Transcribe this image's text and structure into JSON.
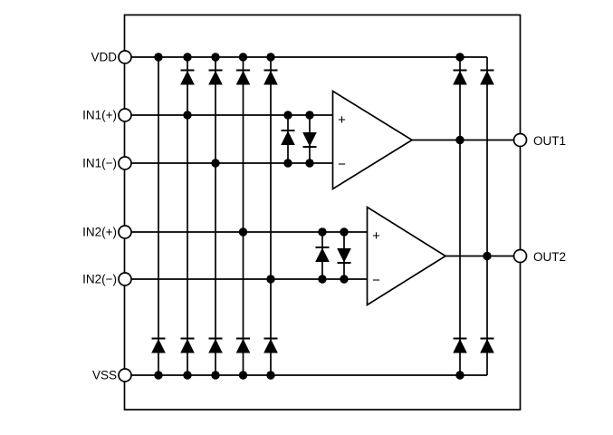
{
  "diagram": {
    "background": "#ffffff",
    "line_color": "#000000",
    "pins_left": [
      {
        "label": "VDD"
      },
      {
        "label": "IN1(+)"
      },
      {
        "label": "IN1(−)"
      },
      {
        "label": "IN2(+)"
      },
      {
        "label": "IN2(−)"
      },
      {
        "label": "VSS"
      }
    ],
    "pins_right": [
      {
        "label": "OUT1"
      },
      {
        "label": "OUT2"
      }
    ],
    "opamps": [
      {
        "noninverting_label": "+",
        "inverting_label": "−"
      },
      {
        "noninverting_label": "+",
        "inverting_label": "−"
      }
    ]
  }
}
